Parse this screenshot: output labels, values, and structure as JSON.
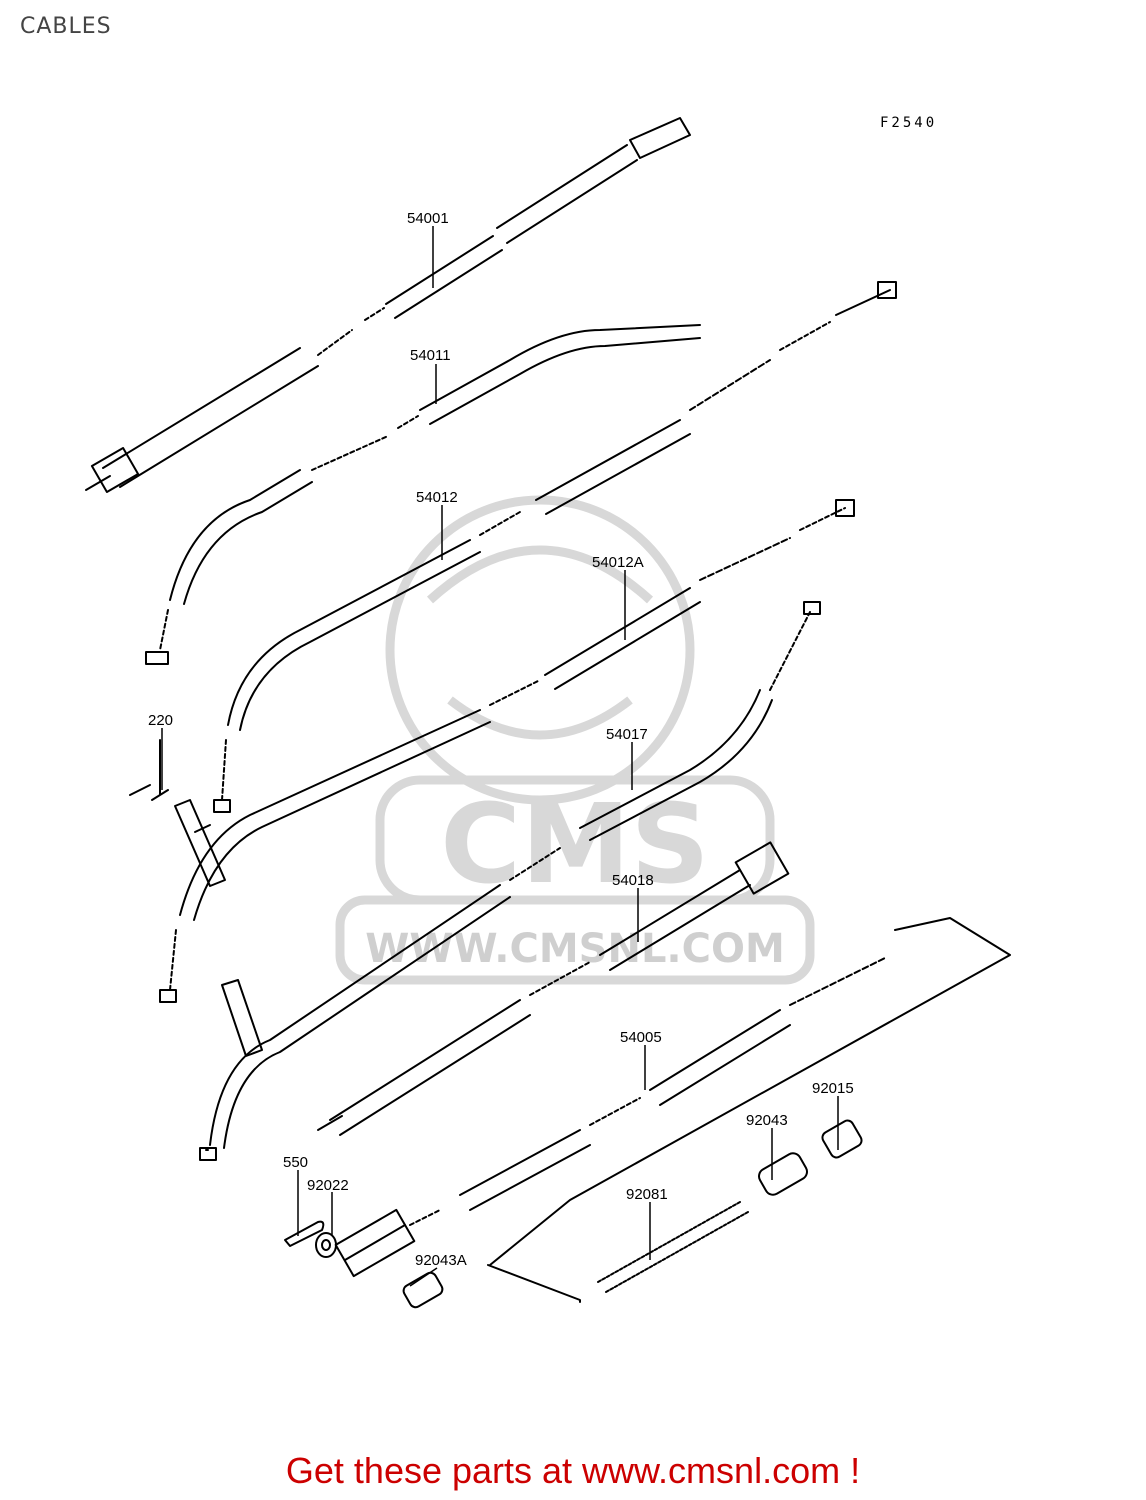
{
  "title": "CABLES",
  "figure_code": "F2540",
  "footer": "Get these parts at www.cmsnl.com !",
  "watermark": {
    "main": "CMS",
    "url": "WWW.CMSNL.COM"
  },
  "parts": [
    {
      "id": "p54001",
      "label": "54001"
    },
    {
      "id": "p54011",
      "label": "54011"
    },
    {
      "id": "p54012",
      "label": "54012"
    },
    {
      "id": "p54012A",
      "label": "54012A"
    },
    {
      "id": "p220",
      "label": "220"
    },
    {
      "id": "p54017",
      "label": "54017"
    },
    {
      "id": "p54018",
      "label": "54018"
    },
    {
      "id": "p54005",
      "label": "54005"
    },
    {
      "id": "p92015",
      "label": "92015"
    },
    {
      "id": "p92043",
      "label": "92043"
    },
    {
      "id": "p550",
      "label": "550"
    },
    {
      "id": "p92022",
      "label": "92022"
    },
    {
      "id": "p92081",
      "label": "92081"
    },
    {
      "id": "p92043A",
      "label": "92043A"
    }
  ],
  "colors": {
    "ink": "#000000",
    "footer": "#cc0000",
    "title": "#444444",
    "watermark": "#d8d8d8",
    "background": "#ffffff"
  }
}
